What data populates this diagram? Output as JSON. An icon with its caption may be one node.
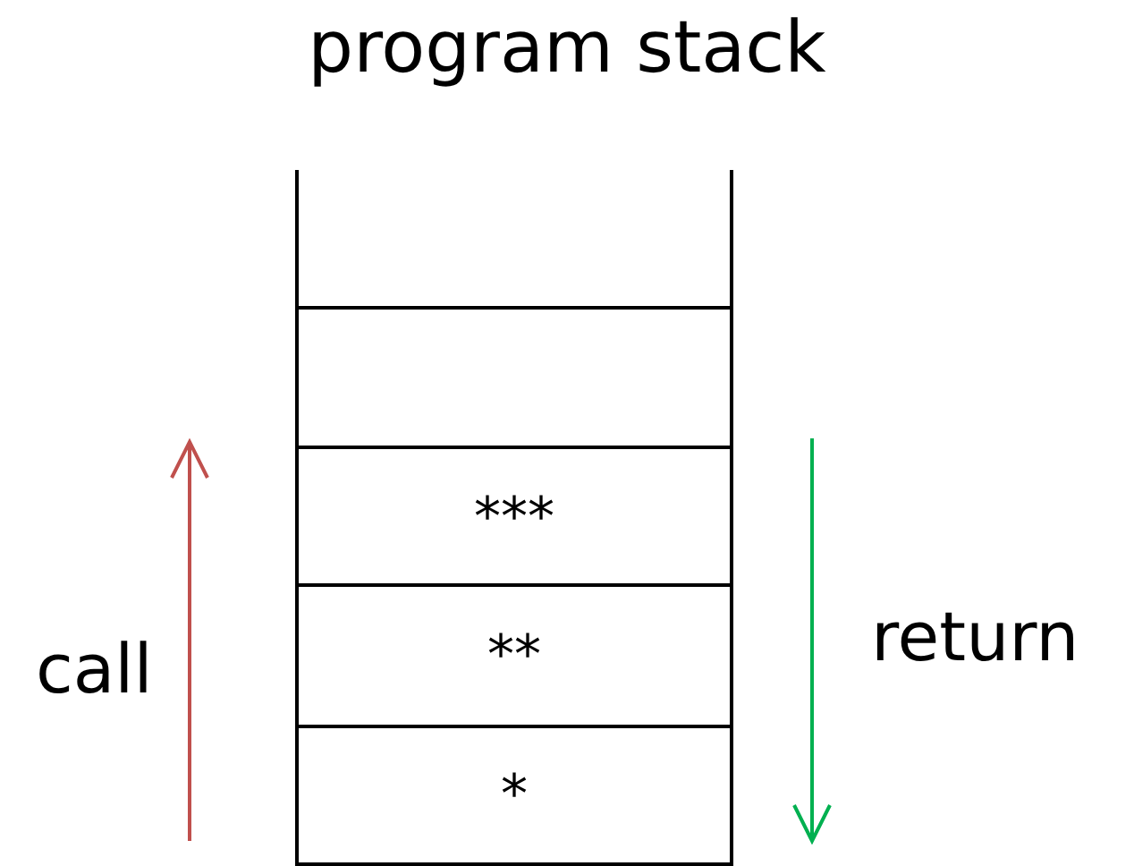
{
  "diagram": {
    "title": "program stack",
    "nodes": [
      {
        "text": [],
        "shape": "box"
      },
      {
        "text": [],
        "shape": "box"
      },
      {
        "text": [
          "***"
        ]
      },
      {
        "text": [
          "**"
        ]
      },
      {
        "text": [
          "*"
        ]
      }
    ],
    "labels": [
      "call",
      "return"
    ]
  }
}
